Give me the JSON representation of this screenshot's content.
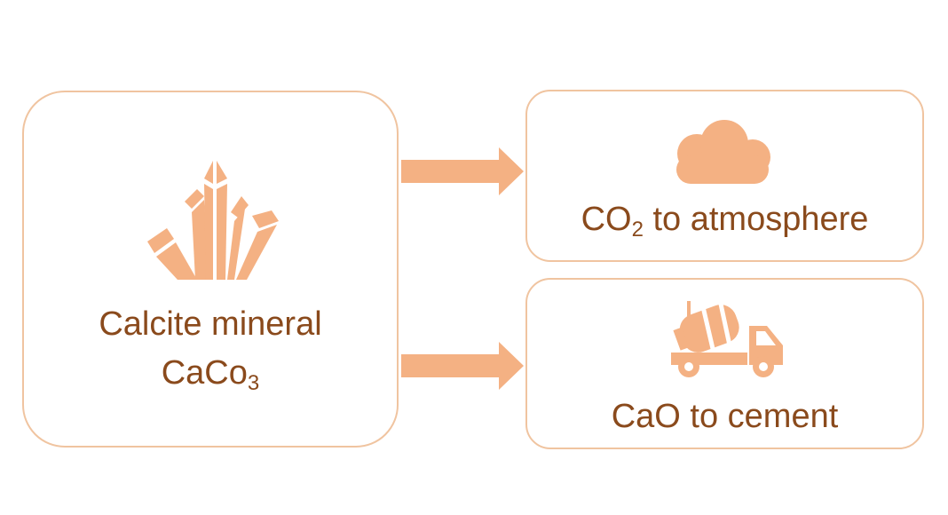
{
  "colors": {
    "accent": "#f4b183",
    "border": "#f0c4a0",
    "text": "#8a4a1c"
  },
  "source": {
    "icon": "crystal-icon",
    "line1": "Calcite mineral",
    "line2_base": "CaCo",
    "line2_sub": "3"
  },
  "outputs": [
    {
      "icon": "cloud-icon",
      "label_base": "CO",
      "label_sub": "2",
      "label_rest": " to atmosphere"
    },
    {
      "icon": "cement-truck-icon",
      "label": "CaO to cement"
    }
  ]
}
